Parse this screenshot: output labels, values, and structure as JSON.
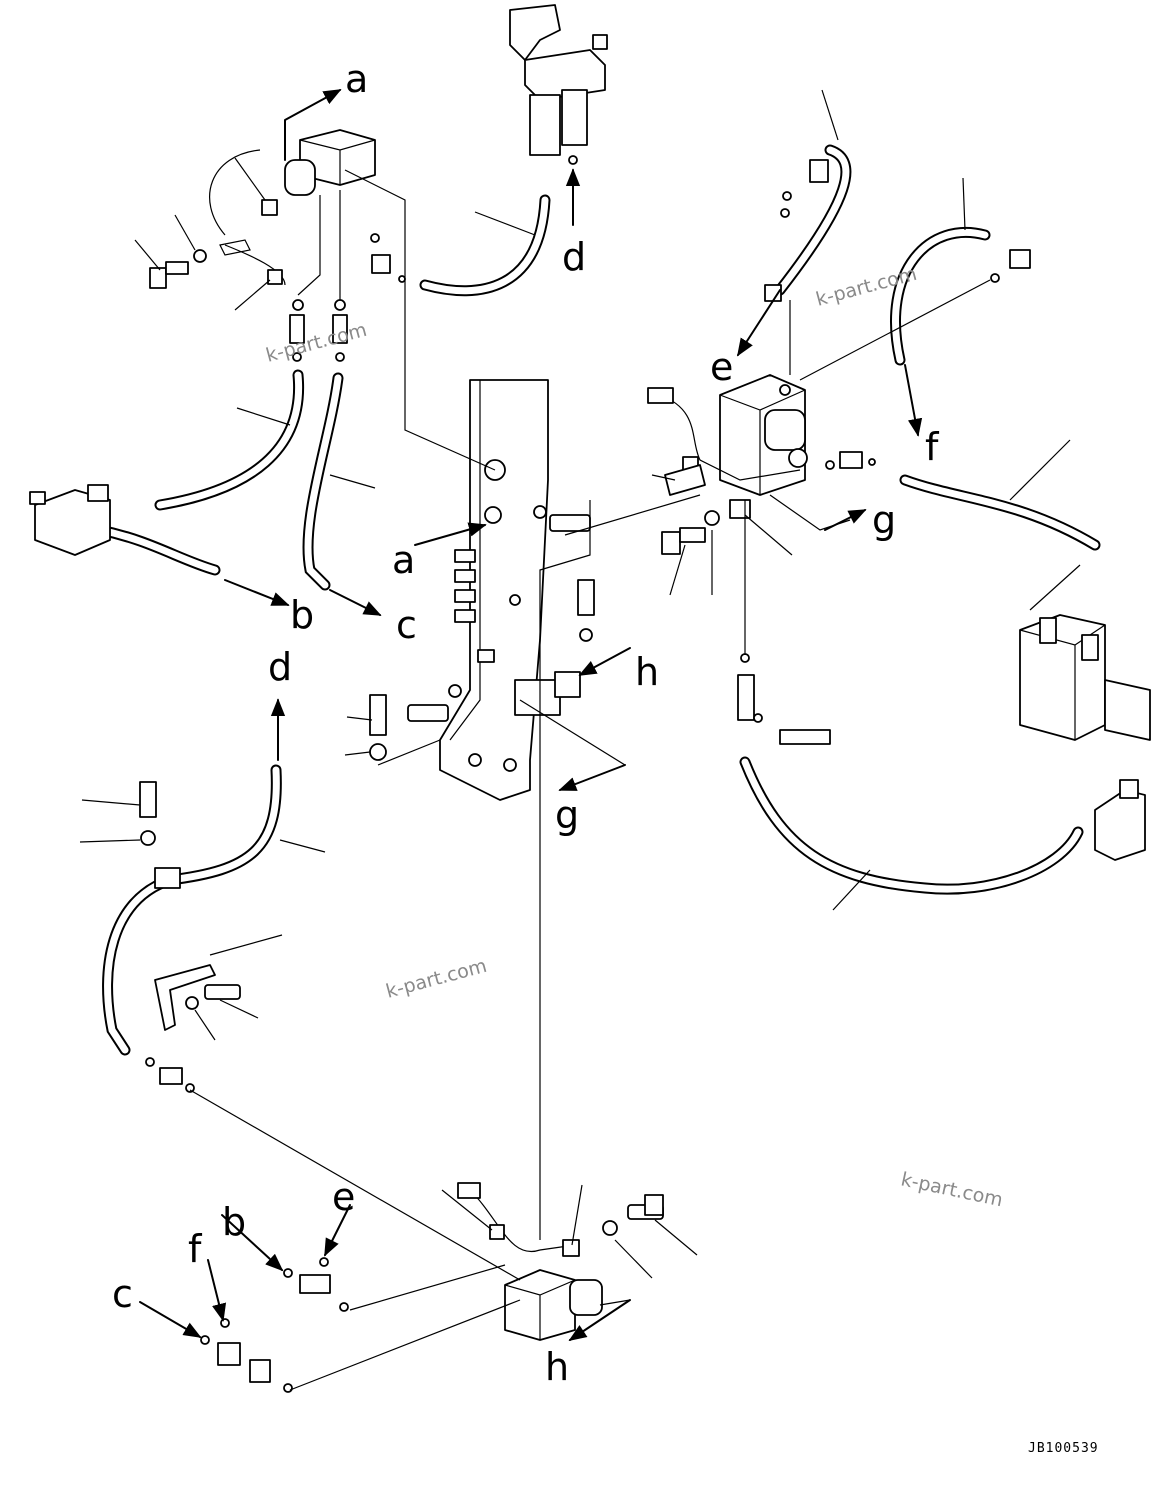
{
  "diagram": {
    "drawing_code": "JB100539",
    "watermark_text": "k-part.com",
    "connection_letters": [
      "a",
      "a",
      "b",
      "b",
      "c",
      "c",
      "d",
      "d",
      "e",
      "e",
      "f",
      "f",
      "g",
      "g",
      "h",
      "h"
    ]
  }
}
